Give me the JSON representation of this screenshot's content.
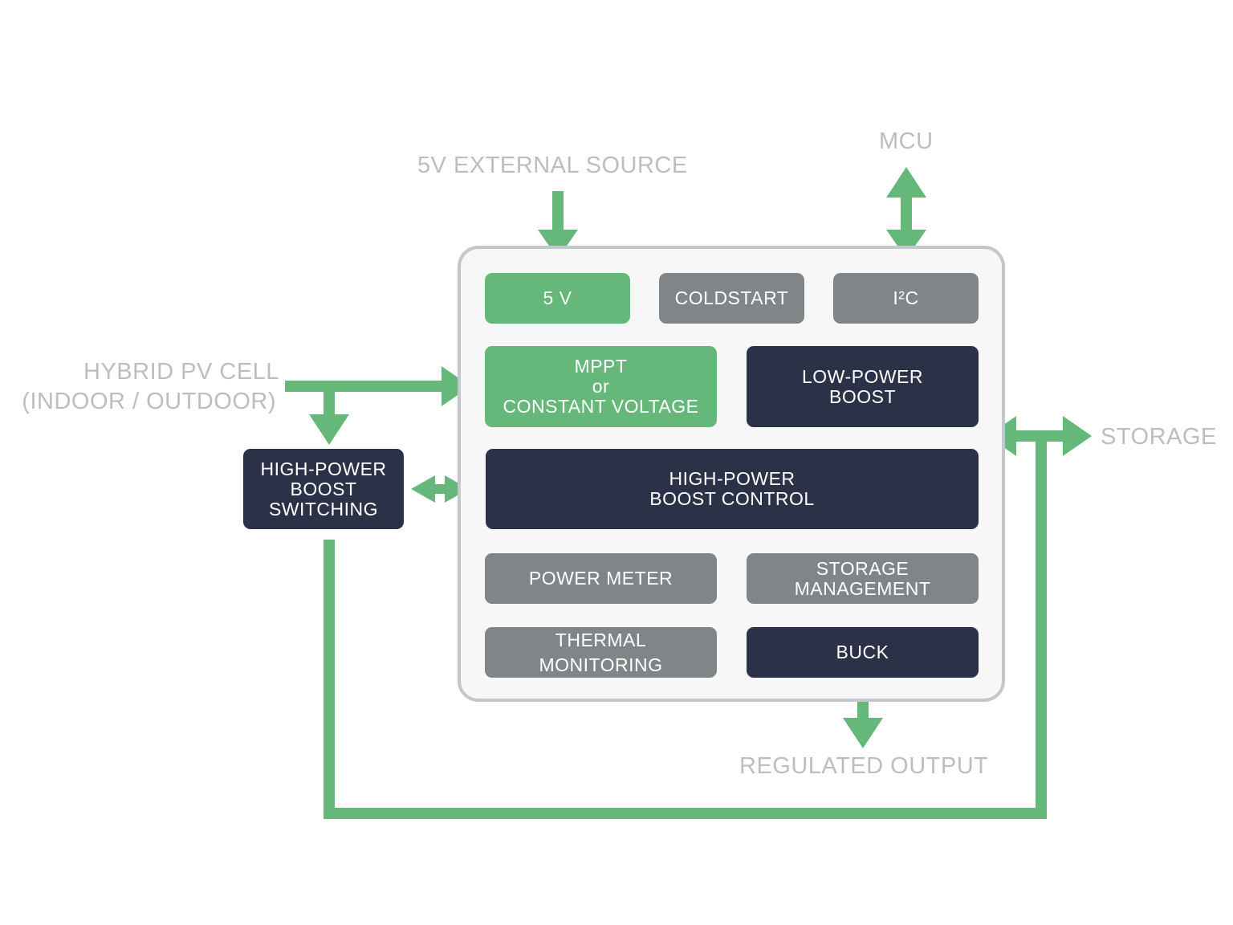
{
  "colors": {
    "green": "#66b87a",
    "gray": "#808688",
    "navy": "#2b3248",
    "chip_background": "#f7f7f7",
    "chip_border": "#c3c7cb",
    "label": "#b9bec4"
  },
  "external": {
    "five_v_source": "5V EXTERNAL SOURCE",
    "mcu": "MCU",
    "pv_cell_line1": "HYBRID PV CELL",
    "pv_cell_line2": "(INDOOR / OUTDOOR)",
    "storage": "STORAGE",
    "regulated_output": "REGULATED OUTPUT"
  },
  "blocks": {
    "five_v": "5 V",
    "coldstart": "COLDSTART",
    "i2c": "I²C",
    "mppt": "MPPT\nor\nCONSTANT VOLTAGE",
    "low_power_boost": "LOW-POWER\nBOOST",
    "high_power_boost_switching": "HIGH-POWER\nBOOST\nSWITCHING",
    "high_power_boost_control": "HIGH-POWER\nBOOST CONTROL",
    "power_meter": "POWER METER",
    "storage_management": "STORAGE\nMANAGEMENT",
    "thermal_monitoring": "THERMAL\nMONITORING",
    "buck": "BUCK"
  }
}
